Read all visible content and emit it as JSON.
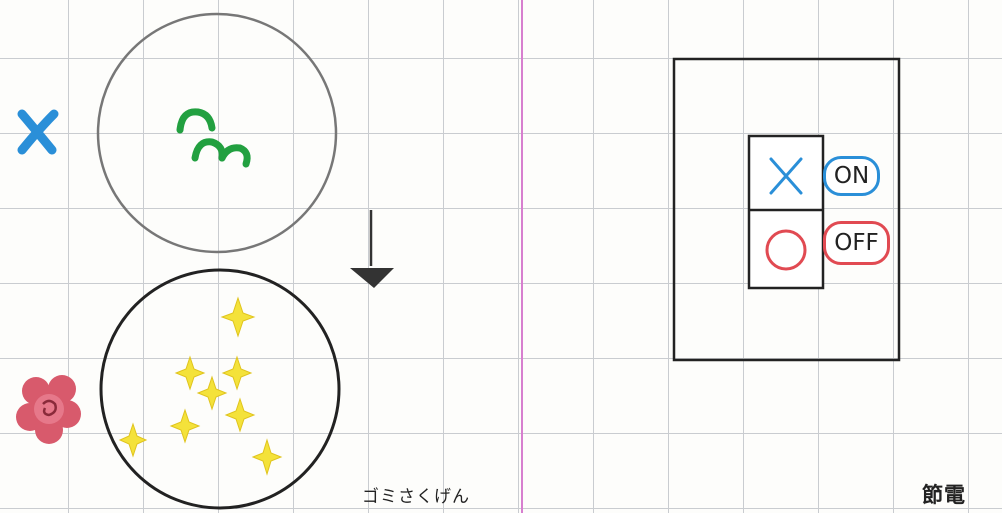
{
  "left_panel": {
    "caption": "ゴミさくげん"
  },
  "right_panel": {
    "caption": "節電",
    "on_label": "ON",
    "off_label": "OFF"
  },
  "colors": {
    "grid": "#c9ccd0",
    "divider": "#d77fcf",
    "blue": "#2a8fd8",
    "red": "#e14a52",
    "green": "#22a040",
    "yellow": "#f4e23a",
    "flower": "#d85a6c"
  },
  "icons": {
    "top_left_mark": "blue-x-icon",
    "bottom_left_mark": "flower-icon",
    "down_arrow": "down-arrow-icon",
    "state_off_mark": "x-mark-icon",
    "state_on_mark": "circle-mark-icon"
  }
}
